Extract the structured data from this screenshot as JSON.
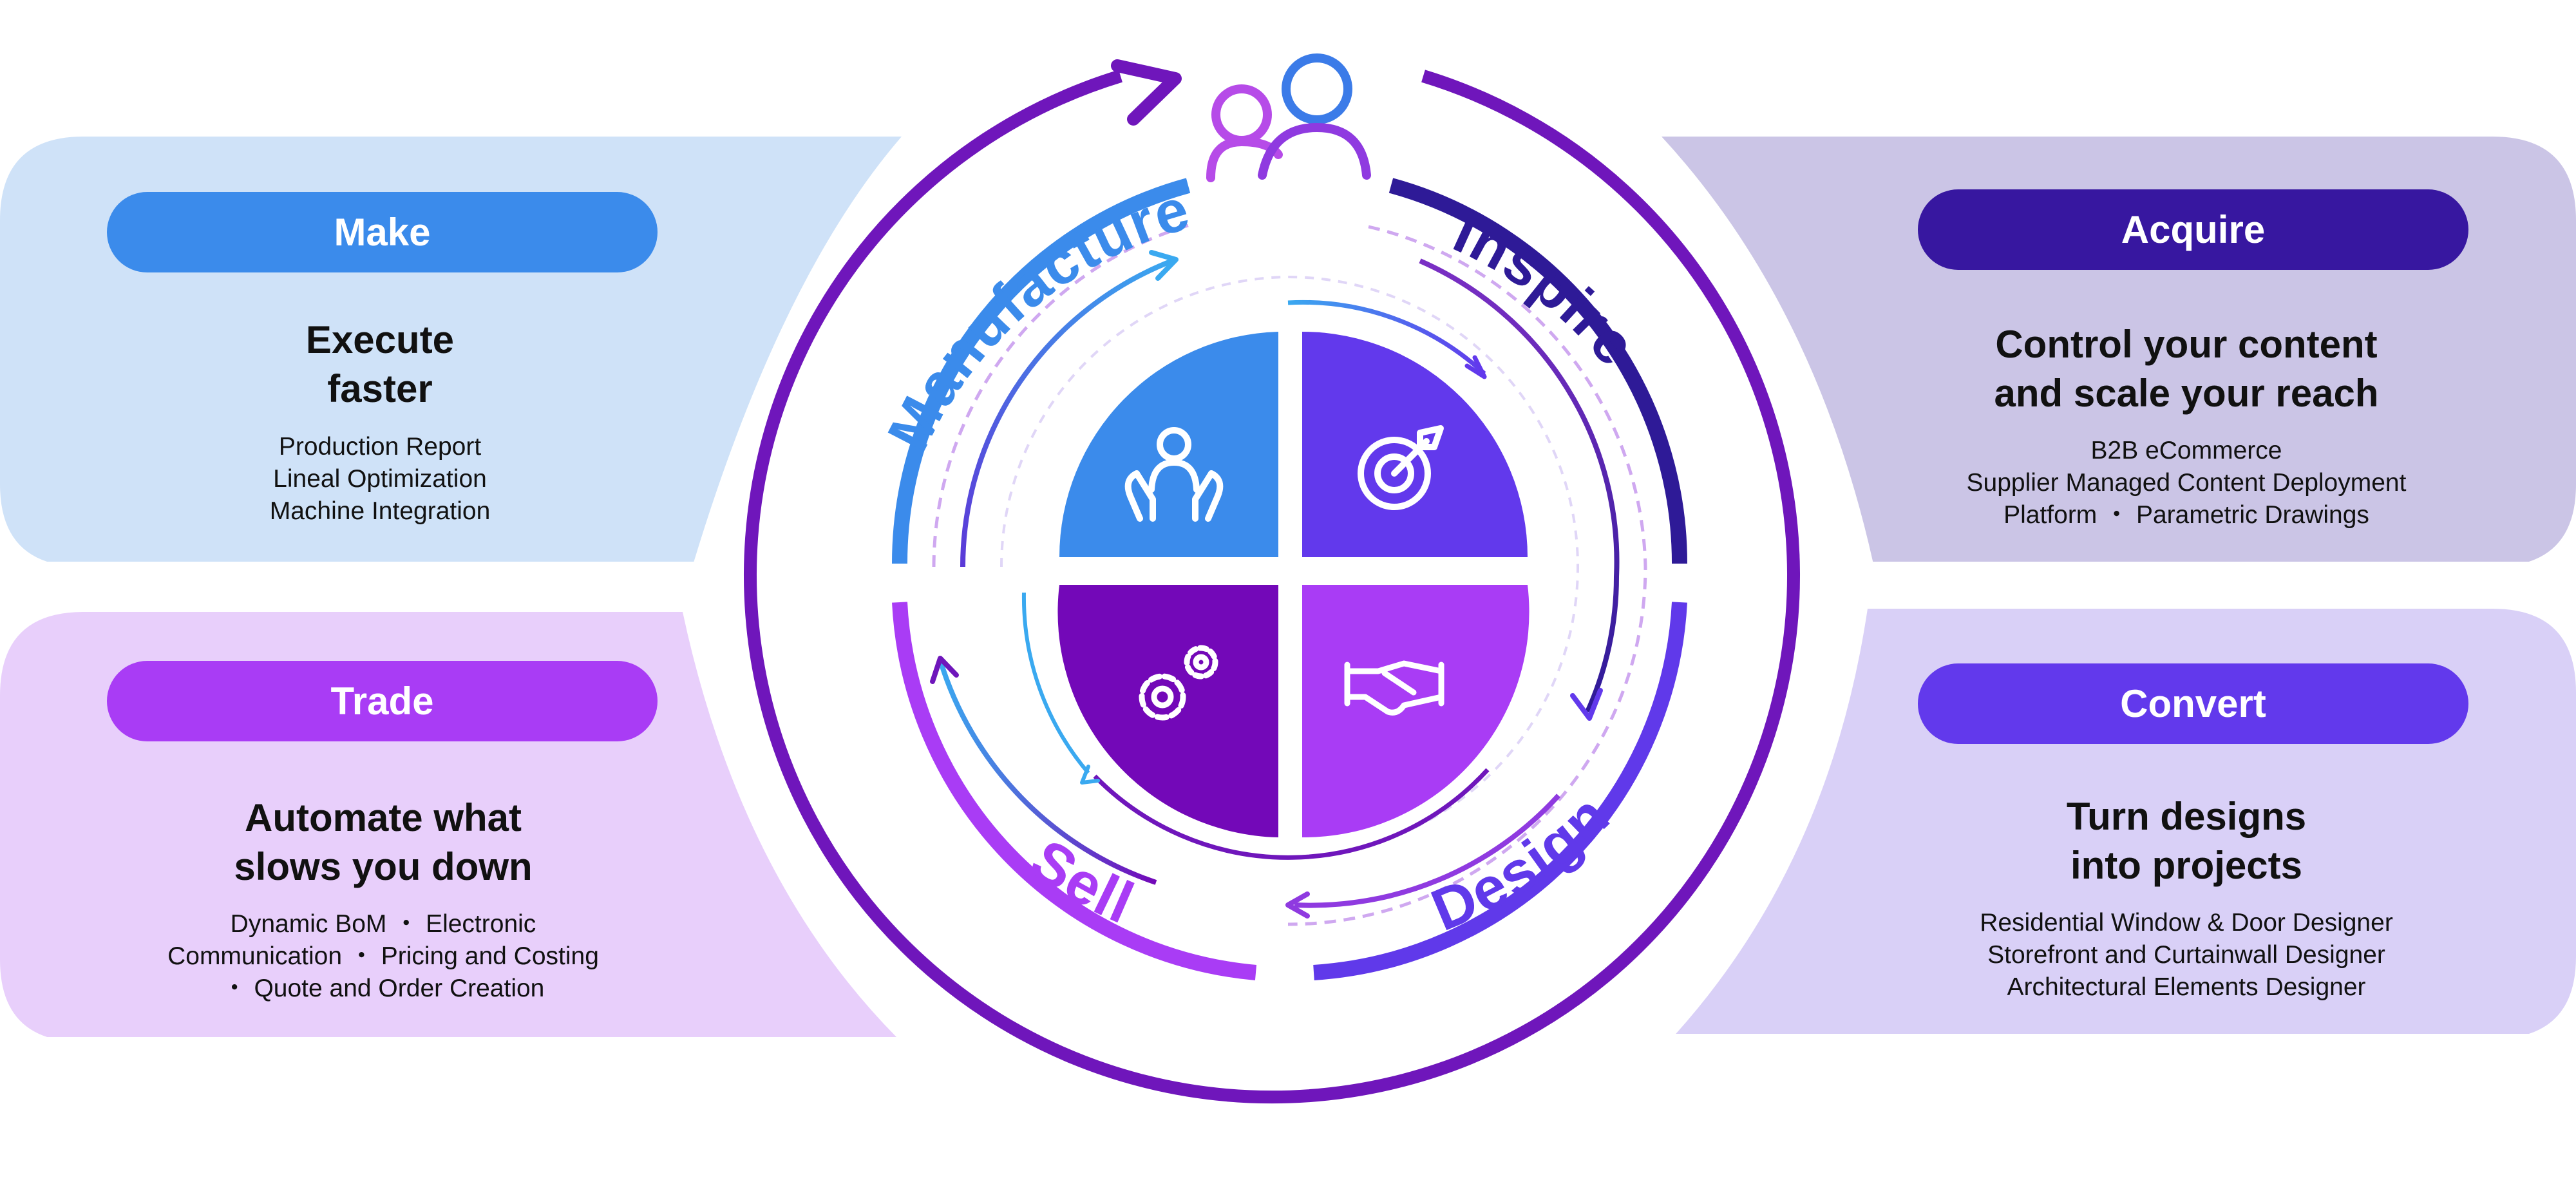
{
  "panels": {
    "make": {
      "pill": "Make",
      "headline": [
        "Execute",
        "faster"
      ],
      "details": [
        "Production Report",
        "Lineal Optimization",
        "Machine Integration"
      ],
      "pill_color": "#3b8beb",
      "bg_color": "#cfe2f8"
    },
    "trade": {
      "pill": "Trade",
      "headline": [
        "Automate what",
        "slows you down"
      ],
      "details": [
        "Dynamic BoM ・ Electronic",
        "Communication ・ Pricing and Costing",
        "・ Quote and Order Creation"
      ],
      "pill_color": "#a93cf5",
      "bg_color": "#e8cffb"
    },
    "acquire": {
      "pill": "Acquire",
      "headline": [
        "Control your content",
        "and scale your reach"
      ],
      "details": [
        "B2B eCommerce",
        "Supplier Managed Content Deployment",
        "Platform ・ Parametric Drawings"
      ],
      "pill_color": "#3717a0",
      "bg_color": "#cbc5e6"
    },
    "convert": {
      "pill": "Convert",
      "headline": [
        "Turn designs",
        "into projects"
      ],
      "details": [
        "Residential Window & Door Designer",
        "Storefront and Curtainwall Designer",
        "Architectural Elements Designer"
      ],
      "pill_color": "#6239ec",
      "bg_color": "#d9d0f7"
    }
  },
  "cycle": {
    "manufacture": "Manufacture",
    "inspire": "Inspire",
    "design": "Design",
    "sell": "Sell"
  },
  "colors": {
    "outer_ring": "#6f16bb",
    "quadrant_tl": "#3b8beb",
    "quadrant_tr": "#6239ec",
    "quadrant_bl": "#7308b8",
    "quadrant_br": "#a93cf5",
    "arc_inspire": "#2e1a97",
    "arc_design": "#6039ea"
  },
  "icons": {
    "top": "users-icon",
    "quadrant_tl": "person-in-hands-icon",
    "quadrant_tr": "target-arrow-icon",
    "quadrant_bl": "gears-icon",
    "quadrant_br": "handshake-icon"
  }
}
